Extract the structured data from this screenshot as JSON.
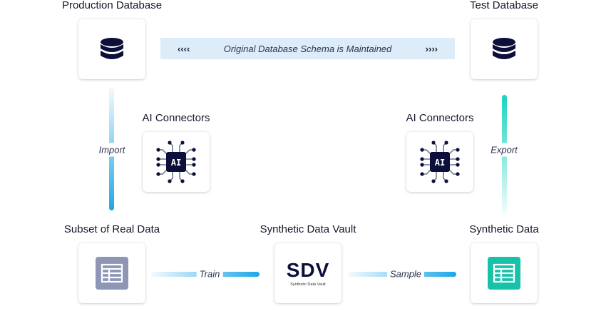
{
  "titles": {
    "production": "Production Database",
    "test": "Test Database",
    "ai_left": "AI Connectors",
    "ai_right": "AI Connectors",
    "subset": "Subset of Real Data",
    "vault": "Synthetic Data Vault",
    "synthetic": "Synthetic Data"
  },
  "banner": {
    "text": "Original Database Schema is Maintained",
    "left_arrows": "‹‹‹‹",
    "right_arrows": "››››"
  },
  "connectors": {
    "import": "Import",
    "export": "Export",
    "train": "Train",
    "sample": "Sample"
  },
  "chip_label": "AI",
  "sdv": {
    "logo": "SDV",
    "subtitle": "Synthetic Data Vault"
  },
  "colors": {
    "navy": "#0b0f3a",
    "blue_line": "#1ea7e8",
    "teal_line": "#19d3c0",
    "grey_table": "#8e95b5",
    "teal_table": "#18c2a8",
    "banner_bg": "#dcecf8"
  },
  "icons": {
    "database": "database-icon",
    "chip": "ai-chip-icon",
    "table": "table-icon"
  }
}
